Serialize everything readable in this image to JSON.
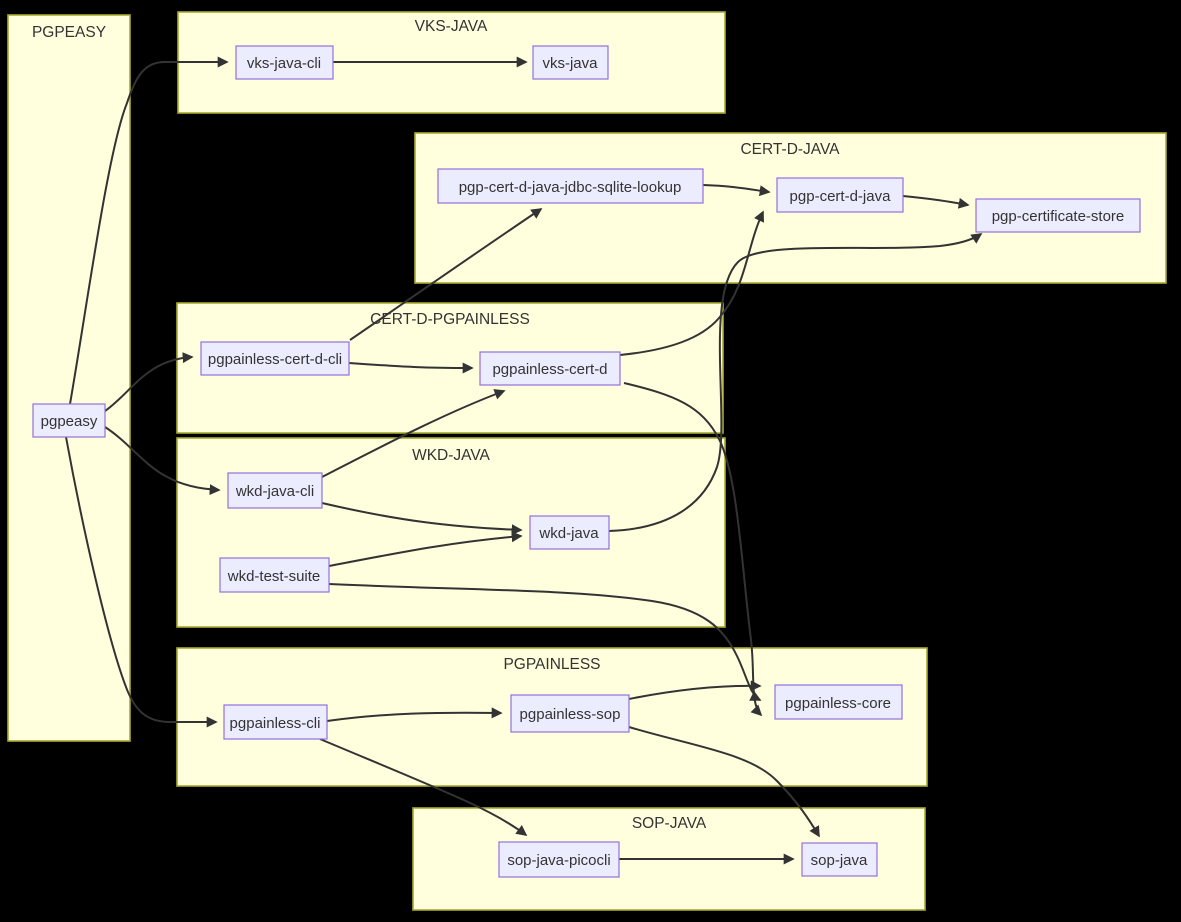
{
  "diagram": {
    "type": "dependency-graph",
    "colors": {
      "background": "#000000",
      "cluster_fill": "#ffffde",
      "cluster_border": "#aaaa33",
      "node_fill": "#ECECFF",
      "node_border": "#9370DB",
      "edge": "#333333",
      "text": "#333333"
    },
    "clusters": {
      "pgpeasy": {
        "title": "PGPEASY"
      },
      "vks_java": {
        "title": "VKS-JAVA"
      },
      "cert_d_java": {
        "title": "CERT-D-JAVA"
      },
      "cert_d_pgpainless": {
        "title": "CERT-D-PGPAINLESS"
      },
      "wkd_java": {
        "title": "WKD-JAVA"
      },
      "pgpainless": {
        "title": "PGPAINLESS"
      },
      "sop_java": {
        "title": "SOP-JAVA"
      }
    },
    "nodes": {
      "pgpeasy": {
        "label": "pgpeasy",
        "cluster": "PGPEASY"
      },
      "vks-java-cli": {
        "label": "vks-java-cli",
        "cluster": "VKS-JAVA"
      },
      "vks-java": {
        "label": "vks-java",
        "cluster": "VKS-JAVA"
      },
      "pgp-cert-d-java-jdbc-sqlite-lookup": {
        "label": "pgp-cert-d-java-jdbc-sqlite-lookup",
        "cluster": "CERT-D-JAVA"
      },
      "pgp-cert-d-java": {
        "label": "pgp-cert-d-java",
        "cluster": "CERT-D-JAVA"
      },
      "pgp-certificate-store": {
        "label": "pgp-certificate-store",
        "cluster": "CERT-D-JAVA"
      },
      "pgpainless-cert-d-cli": {
        "label": "pgpainless-cert-d-cli",
        "cluster": "CERT-D-PGPAINLESS"
      },
      "pgpainless-cert-d": {
        "label": "pgpainless-cert-d",
        "cluster": "CERT-D-PGPAINLESS"
      },
      "wkd-java-cli": {
        "label": "wkd-java-cli",
        "cluster": "WKD-JAVA"
      },
      "wkd-java": {
        "label": "wkd-java",
        "cluster": "WKD-JAVA"
      },
      "wkd-test-suite": {
        "label": "wkd-test-suite",
        "cluster": "WKD-JAVA"
      },
      "pgpainless-cli": {
        "label": "pgpainless-cli",
        "cluster": "PGPAINLESS"
      },
      "pgpainless-sop": {
        "label": "pgpainless-sop",
        "cluster": "PGPAINLESS"
      },
      "pgpainless-core": {
        "label": "pgpainless-core",
        "cluster": "PGPAINLESS"
      },
      "sop-java-picocli": {
        "label": "sop-java-picocli",
        "cluster": "SOP-JAVA"
      },
      "sop-java": {
        "label": "sop-java",
        "cluster": "SOP-JAVA"
      }
    },
    "edges": [
      {
        "from": "pgpeasy",
        "to": "vks-java-cli"
      },
      {
        "from": "pgpeasy",
        "to": "pgpainless-cert-d-cli"
      },
      {
        "from": "pgpeasy",
        "to": "wkd-java-cli"
      },
      {
        "from": "pgpeasy",
        "to": "pgpainless-cli"
      },
      {
        "from": "vks-java-cli",
        "to": "vks-java"
      },
      {
        "from": "pgpainless-cert-d-cli",
        "to": "pgp-cert-d-java-jdbc-sqlite-lookup"
      },
      {
        "from": "pgp-cert-d-java-jdbc-sqlite-lookup",
        "to": "pgp-cert-d-java"
      },
      {
        "from": "pgp-cert-d-java",
        "to": "pgp-certificate-store"
      },
      {
        "from": "pgpainless-cert-d",
        "to": "pgp-cert-d-java"
      },
      {
        "from": "pgpainless-cert-d-cli",
        "to": "pgpainless-cert-d"
      },
      {
        "from": "wkd-java-cli",
        "to": "pgpainless-cert-d"
      },
      {
        "from": "wkd-java-cli",
        "to": "wkd-java"
      },
      {
        "from": "wkd-test-suite",
        "to": "wkd-java"
      },
      {
        "from": "wkd-java",
        "to": "pgp-certificate-store"
      },
      {
        "from": "pgpainless-cert-d",
        "to": "pgpainless-core"
      },
      {
        "from": "wkd-test-suite",
        "to": "pgpainless-core"
      },
      {
        "from": "pgpainless-sop",
        "to": "pgpainless-core"
      },
      {
        "from": "pgpainless-cli",
        "to": "pgpainless-sop"
      },
      {
        "from": "pgpainless-sop",
        "to": "sop-java"
      },
      {
        "from": "pgpainless-cli",
        "to": "sop-java-picocli"
      },
      {
        "from": "sop-java-picocli",
        "to": "sop-java"
      }
    ]
  }
}
